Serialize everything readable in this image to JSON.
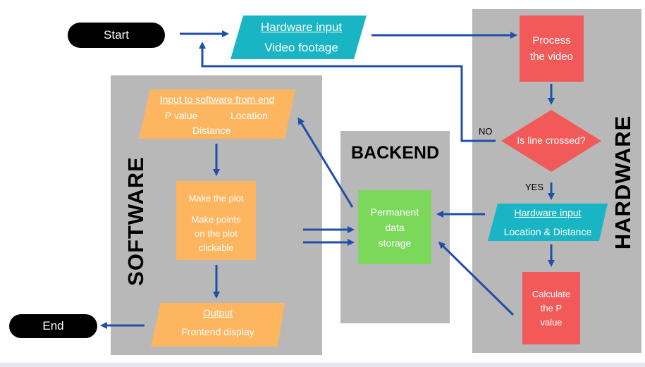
{
  "start": "Start",
  "end": "End",
  "hw_input_top": {
    "title": "Hardware input",
    "text": "Video footage"
  },
  "process": [
    "Process",
    "the video"
  ],
  "decision": "Is line crossed?",
  "no_label": "NO",
  "yes_label": "YES",
  "hw_input_mid": {
    "title": "Hardware input",
    "text": "Location & Distance"
  },
  "calculate": [
    "Calculate",
    "the P",
    "value"
  ],
  "backend": {
    "title": "BACKEND",
    "storage": [
      "Permanent",
      "data",
      "storage"
    ]
  },
  "software": {
    "label": "SOFTWARE",
    "input": {
      "title": "Input to software from end",
      "p_value": "P value",
      "location": "Location",
      "distance": "Distance"
    },
    "plot": [
      "Make the plot",
      "Make points",
      "on the plot",
      "clickable"
    ],
    "output": {
      "title": "Output",
      "text": "Frontend display"
    }
  },
  "hardware_label": "HARDWARE",
  "colors": {
    "panel": "#b8b8b8",
    "teal": "#1ab5c4",
    "red": "#f25a5a",
    "orange": "#fdb55f",
    "green": "#7bd85a",
    "arrow": "#1f4fa8"
  }
}
